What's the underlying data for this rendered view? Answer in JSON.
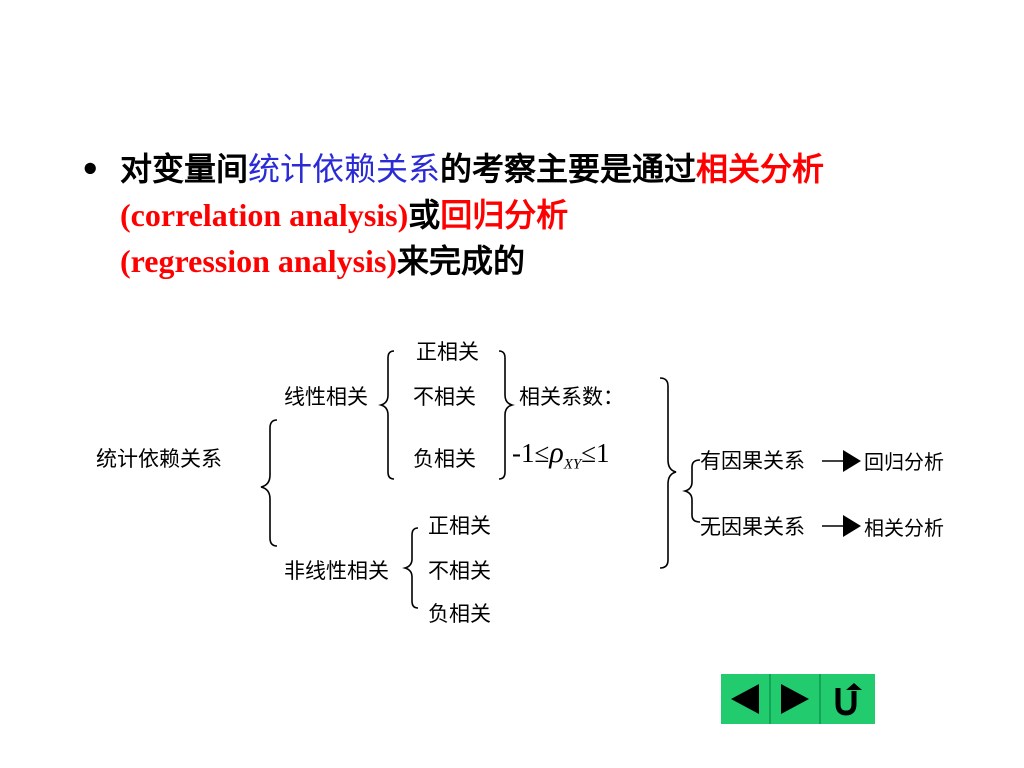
{
  "bullet": {
    "dot": "•",
    "seg1": "对变量间",
    "seg2": "统计依赖关系",
    "seg3": "的考察主要是通过",
    "seg4": "相关分析",
    "seg5": "(correlation analysis)",
    "seg6": "或",
    "seg7": "回归分析",
    "seg8": "(regression analysis)",
    "seg9": "来完成的"
  },
  "diagram": {
    "root": "统计依赖关系",
    "linear": "线性相关",
    "nonlinear": "非线性相关",
    "linear_children": [
      "正相关",
      "不相关",
      "负相关"
    ],
    "nonlinear_children": [
      "正相关",
      "不相关",
      "负相关"
    ],
    "coef_label": "相关系数：",
    "formula": {
      "left": "-1≤",
      "rho": "ρ",
      "sub": "XY",
      "right": "≤1"
    },
    "causal": "有因果关系",
    "noncausal": "无因果关系",
    "regression": "回归分析",
    "correlation": "相关分析"
  },
  "colors": {
    "blue": "#2b2bd6",
    "red": "#ff0000",
    "nav_green": "#22cc6e"
  },
  "nav": {
    "icons": [
      "prev-arrow-icon",
      "next-arrow-icon",
      "return-icon"
    ]
  }
}
